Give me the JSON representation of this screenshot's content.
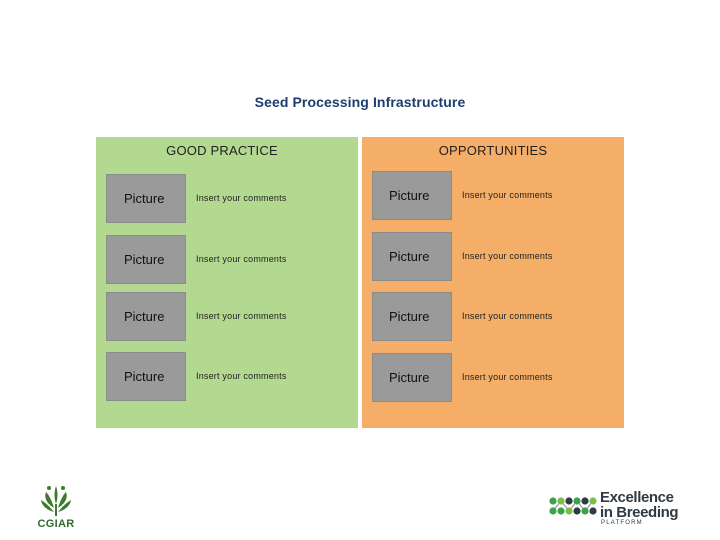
{
  "slide": {
    "title": "Seed Processing Infrastructure"
  },
  "good_practice": {
    "heading": "GOOD PRACTICE",
    "rows": [
      {
        "picture": "Picture",
        "comment": "Insert your comments"
      },
      {
        "picture": "Picture",
        "comment": "Insert your comments"
      },
      {
        "picture": "Picture",
        "comment": "Insert your comments"
      },
      {
        "picture": "Picture",
        "comment": "Insert your comments"
      }
    ]
  },
  "opportunities": {
    "heading": "OPPORTUNITIES",
    "rows": [
      {
        "picture": "Picture",
        "comment": "Insert your comments"
      },
      {
        "picture": "Picture",
        "comment": "Insert your comments"
      },
      {
        "picture": "Picture",
        "comment": "Insert your comments"
      },
      {
        "picture": "Picture",
        "comment": "Insert your comments"
      }
    ]
  },
  "logos": {
    "cgiar": {
      "text": "CGIAR",
      "icon": "wheat-leaf-icon",
      "color": "#2e6b2c"
    },
    "eib": {
      "line1": "Excellence",
      "line2": "in Breeding",
      "line3": "PLATFORM",
      "icon": "dots-network-icon",
      "accent": "#3aa34a"
    }
  },
  "colors": {
    "good_bg": "#b2d98f",
    "opp_bg": "#f4ae67",
    "picture_bg": "#9a9a9a",
    "title": "#1d3d6e"
  }
}
